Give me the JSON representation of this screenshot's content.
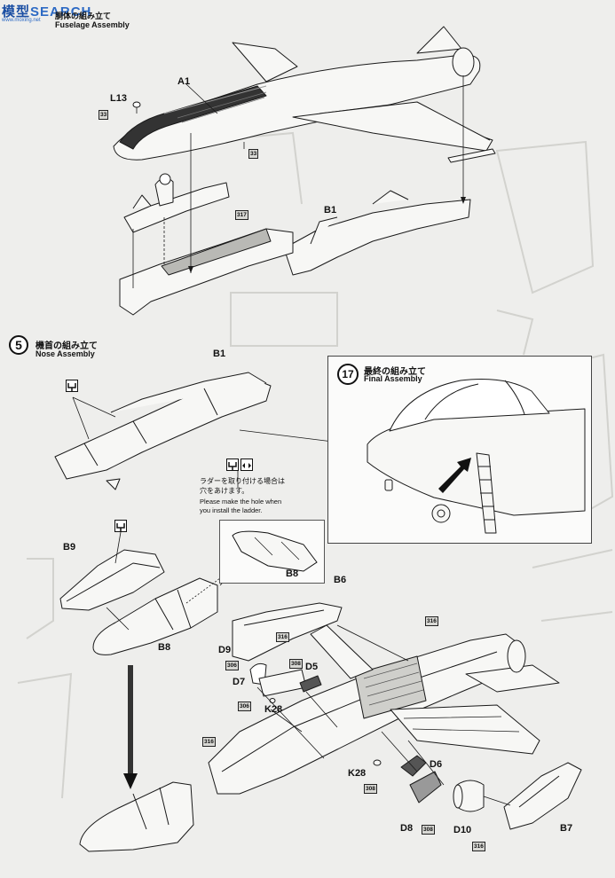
{
  "watermark": {
    "logo_left": "模型",
    "logo_right": "SEARCH",
    "url": "www.moxing.net"
  },
  "header": {
    "step_title_jp": "胴体の組み立て",
    "step_title_en": "Fuselage Assembly"
  },
  "parts_top": {
    "a1": "A1",
    "l13": "L13",
    "b1": "B1",
    "code_33_a": "33",
    "code_33_b": "33",
    "code_317": "317"
  },
  "step5": {
    "number": "5",
    "title_jp": "機首の組み立て",
    "title_en": "Nose Assembly",
    "b1": "B1",
    "b9": "B9",
    "b8": "B8",
    "b8_inset": "B8",
    "note_jp_line1": "ラダーを取り付ける場合は",
    "note_jp_line2": "穴をあけます。",
    "note_en_line1": "Please make the hole when",
    "note_en_line2": "you install the ladder."
  },
  "step17": {
    "number": "17",
    "title_jp": "最終の組み立て",
    "title_en": "Final Assembly"
  },
  "parts_bottom": {
    "b6": "B6",
    "d9": "D9",
    "d5": "D5",
    "d7": "D7",
    "k28_a": "K28",
    "k28_b": "K28",
    "d6": "D6",
    "d8": "D8",
    "d10": "D10",
    "b7": "B7",
    "code_316_a": "316",
    "code_316_b": "316",
    "code_316_c": "316",
    "code_316_d": "316",
    "code_306_a": "306",
    "code_306_b": "306",
    "code_308_a": "308",
    "code_308_b": "308",
    "code_308_c": "308"
  },
  "colors": {
    "line": "#1a1a1a",
    "paper": "#eeeeec",
    "part_fill": "#f7f7f5",
    "shade": "#b9b9b5",
    "dark_shade": "#555555",
    "watermark_blue": "#1b4fa3"
  }
}
